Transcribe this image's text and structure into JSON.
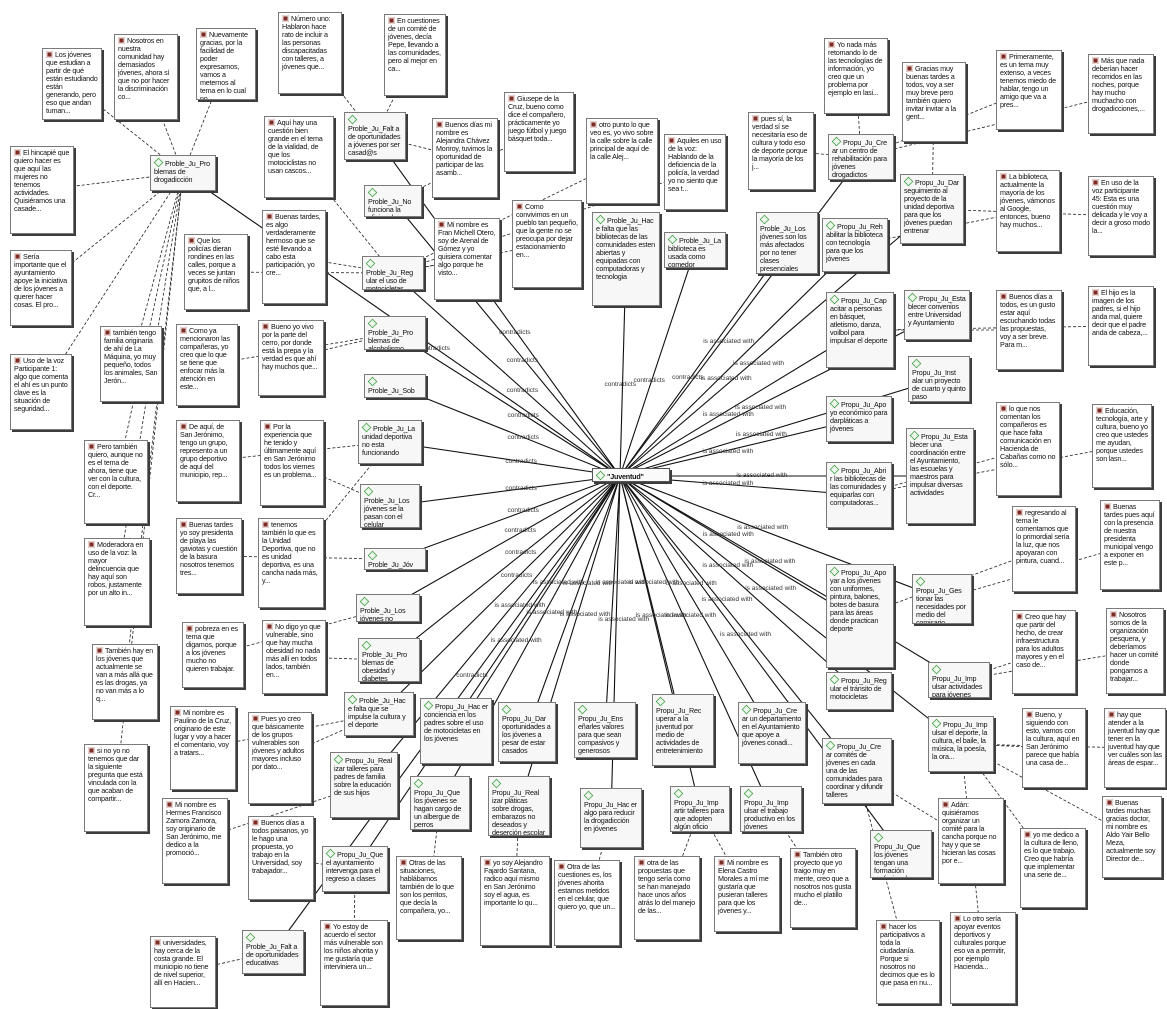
{
  "center": "\"Juventud\"",
  "edge_labels": [
    "contradicts",
    "is associated with"
  ],
  "codes": [
    {
      "id": "c1",
      "text": "Proble_Ju_Pro blemas de drogadicción"
    },
    {
      "id": "c2",
      "text": "Proble_Ju_Falt a de oportunidades a jóvenes por ser casad@s"
    },
    {
      "id": "c3",
      "text": "Proble_Ju_No funciona la oficina de pode..."
    },
    {
      "id": "c4",
      "text": "Proble_Ju_Reg ular el uso de motocicletas"
    },
    {
      "id": "c5",
      "text": "Proble_Ju_Pro blemas de alcoholismo"
    },
    {
      "id": "c6",
      "text": "Proble_Ju_Sob repeso"
    },
    {
      "id": "c7",
      "text": "Proble_Ju_La unidad deportiva no esta funcionando"
    },
    {
      "id": "c8",
      "text": "Proble_Ju_Los jóvenes se la pasan con el celular"
    },
    {
      "id": "c9",
      "text": "Proble_Ju_Jóv enes armados"
    },
    {
      "id": "c10",
      "text": "Proble_Ju_Los jóvenes no quieren trabajar"
    },
    {
      "id": "c11",
      "text": "Proble_Ju_Pro blemas de obesidad y diabetes"
    },
    {
      "id": "c12",
      "text": "Proble_Ju_Hac e falta que se impulse la cultura y el deporte"
    },
    {
      "id": "c13",
      "text": "Proble_Ju_Hac e falta que las bibliotecas de las comunidades esten abiertas y equipadas con computadoras y tecnologia"
    },
    {
      "id": "c14",
      "text": "Proble_Ju_La biblioteca es usada como comedor"
    },
    {
      "id": "c15",
      "text": "Proble_Ju_Los jóvenes son los más afectados por no tener clases presenciales"
    },
    {
      "id": "c16",
      "text": "Propu_Ju_Cre ar un centro de rehabilitación para jóvenes drogadictos"
    },
    {
      "id": "c17",
      "text": "Propu_Ju_Dar seguimiento al proyecto de la unidad deportiva para que los jóvenes puedan entrenar"
    },
    {
      "id": "c18",
      "text": "Propu_Ju_Reh abilitar la biblioteca con tecnología para que los jóvenes"
    },
    {
      "id": "c19",
      "text": "Propu_Ju_Cap acitar a personas en básquet, atletismo, danza, voilbol para impulsar el deporte"
    },
    {
      "id": "c20",
      "text": "Propu_Ju_Esta blecer convenios entre Universidad y Ayuntamiento"
    },
    {
      "id": "c21",
      "text": "Propu_Ju_Inst alar un proyecto de cuarto y quinto paso"
    },
    {
      "id": "c22",
      "text": "Propu_Ju_Apo yo económico para darpláticas a jóvenes"
    },
    {
      "id": "c23",
      "text": "Propu_Ju_Esta blecer una coordinación entre el Ayuntamiento, las escuelas y maestros para impulsar diversas actividades"
    },
    {
      "id": "c24",
      "text": "Propu_Ju_Abri r las bibliotecas de las comunidades y equiparlas con computadoras..."
    },
    {
      "id": "c25",
      "text": "Propu_Ju_Apo yar a los jóvenes con uniformes, pintura, balones, botes de basura para las áreas donde practican deporte"
    },
    {
      "id": "c26",
      "text": "Propu_Ju_Ges tionar las necesidades por medio del comisario"
    },
    {
      "id": "c27",
      "text": "Propu_Ju_Reg ular el tránsito de motocicletas"
    },
    {
      "id": "c28",
      "text": "Propu_Ju_Imp ulsar actividades para jóvenes"
    },
    {
      "id": "c29",
      "text": "Propu_Ju_Imp ulsar el deporte, la cultura, el baile, la música, la poesía, la ora..."
    },
    {
      "id": "c30",
      "text": "Propu_Ju_Hac er conciencia en los padres sobre el uso de motocicletas en los jóvenes"
    },
    {
      "id": "c31",
      "text": "Propu_Ju_Dar oportunidades a los jóvenes a pesar de estar casados"
    },
    {
      "id": "c32",
      "text": "Propu_Ju_Ens eñarles valores para que sean compasivos y generosos"
    },
    {
      "id": "c33",
      "text": "Propu_Ju_Rec uperar a la juventud por medio de actividades de entretenimiento"
    },
    {
      "id": "c34",
      "text": "Propu_Ju_Cre ar un departamento en el Ayuntamiento que apoye a jóvenes conadi..."
    },
    {
      "id": "c35",
      "text": "Propu_Ju_Cre ar comités de jóvenes en cada una de las comunidades para coordinar y difundir talleres"
    },
    {
      "id": "c36",
      "text": "Propu_Ju_Real izar talleres para padres de familia sobre la educación de sus hijos"
    },
    {
      "id": "c37",
      "text": "Propu_Ju_Que los jóvenes se hagan cargo de un albergue de perros"
    },
    {
      "id": "c38",
      "text": "Propu_Ju_Real izar pláticas sobre drogas, embarazos no deseados y deserción escolar"
    },
    {
      "id": "c39",
      "text": "Propu_Ju_Hac er algo para reducir la drogadicción en jóvenes"
    },
    {
      "id": "c40",
      "text": "Propu_Ju_Imp artir talleres para que adopten algún oficio"
    },
    {
      "id": "c41",
      "text": "Propu_Ju_Imp ulsar el trabajo productivo en los jóvenes"
    },
    {
      "id": "c42",
      "text": "Propu_Ju_Que los jóvenes tengan una formación profesional"
    },
    {
      "id": "c43",
      "text": "Propu_Ju_Que el ayuntamiento intervenga para el regreso a clases"
    },
    {
      "id": "c44",
      "text": "Proble_Ju_Falt a de oportunidades educativas"
    }
  ],
  "quotes": [
    {
      "id": "q1",
      "text": "Los jóvenes que estudian a partir de qué están estudiando están generando, pero eso que andan tuman..."
    },
    {
      "id": "q2",
      "text": "Nosotros en nuestra comunidad hay demasiados jóvenes, ahora sí que no por hacer la discriminación co..."
    },
    {
      "id": "q3",
      "text": "Nuevamente gracias, por la facilidad de poder expresarnos, vamos a meternos al tema en lo cual no..."
    },
    {
      "id": "q4",
      "text": "Número uno: Hablaron hace rato de incluir a las personas discapacitadas con talleres, a jóvenes que..."
    },
    {
      "id": "q5",
      "text": "En cuestiones de un comité de jóvenes, decía Pepe, llevando a las comunidades, pero al mejor en ca..."
    },
    {
      "id": "q6",
      "text": "Yo nada más retomando lo de las tecnologías de información, yo creo que un problema por ejemplo en lasi..."
    },
    {
      "id": "q7",
      "text": "Gracias muy buenas tardes a todos, voy a ser muy breve pero también quiero invitar invitar a la gent..."
    },
    {
      "id": "q8",
      "text": "Primeramente, es un tema muy extenso, a veces tenemos miedo de hablar, tengo un amigo que va a pres..."
    },
    {
      "id": "q9",
      "text": "Más que nada deberían hacer recorridos en las noches, porque hay mucho muchacho con drogadicciones,..."
    },
    {
      "id": "q10",
      "text": "El hincapié que quiero hacer es que aquí las mujeres no tenemos actividades. Quisiéramos una casade..."
    },
    {
      "id": "q11",
      "text": "Aquí hay una cuestión bien grande en el tema de la vialidad, de que los motociclistas no usan cascos..."
    },
    {
      "id": "q12",
      "text": "Buenos días mi nombre es Alejandra Chávez Monroy, tuvimos la oportunidad de participar de las asamb..."
    },
    {
      "id": "q13",
      "text": "Giusepe de la Cruz, bueno como dice el compañero, prácticamente yo juego fútbol y juego básquet toda..."
    },
    {
      "id": "q14",
      "text": "otro punto lo que veo es, yo vivo sobre la calle sobre la calle principal de aquí de la calle Alej..."
    },
    {
      "id": "q15",
      "text": "Aquiles en uso de la voz: Hablando de la deficiencia de la policía, la verdad yo no siento que sea t..."
    },
    {
      "id": "q16",
      "text": "pues sí, la verdad sí se necesitaría eso de cultura y todo eso de deporte porque la mayoría de los j..."
    },
    {
      "id": "q17",
      "text": "La biblioteca, actualmente la mayoría de los jóvenes, vámonos al Google, entonces, bueno hay muchos..."
    },
    {
      "id": "q18",
      "text": "En uso de la voz participante 45: Esta es una cuestión muy delicada y le voy a decir a groso modo la..."
    },
    {
      "id": "q19",
      "text": "Sería importante que el ayuntamiento apoye la iniciativa de los jóvenes a querer hacer cosas. El pro..."
    },
    {
      "id": "q20",
      "text": "Que los policías dieran rondines en las calles, porque a veces se juntan grupitos de niños que, a l..."
    },
    {
      "id": "q21",
      "text": "Buenas tardes, es algo verdaderamente hermoso que se esté llevando a cabo esta participación, yo cre..."
    },
    {
      "id": "q22",
      "text": "Mi nombre es Fran Michell Otero, soy de Arenal de Gómez y yo quisiera comentar algo porque he visto..."
    },
    {
      "id": "q23",
      "text": "Como convivimos en un pueblo tan pequeño, que la gente no se preocupa por dejar estacionamiento en..."
    },
    {
      "id": "q24",
      "text": "Buenos días a todos, es un gusto estar aquí escuchando todas las propuestas, voy a ser breve. Para m..."
    },
    {
      "id": "q25",
      "text": "El hijo es la imagen de los padres, si el hijo anda mal, quiere decir que el padre anda de cabeza,..."
    },
    {
      "id": "q26",
      "text": "también tengo familia originaria de ahí de La Máquina, yo muy pequeño, todos los animales, San Jerón..."
    },
    {
      "id": "q27",
      "text": "Bueno yo vivo por la parte del cerro, por donde está la prepa y la verdad es que ahí hay muchos que..."
    },
    {
      "id": "q28",
      "text": "Como ya mencionaron las compañeras, yo creo que lo que se tiene que enfocar más la atención en este..."
    },
    {
      "id": "q29",
      "text": "Uso de la voz Participante 1: algo que comenta el ahí es un punto clave es la situación de seguridad..."
    },
    {
      "id": "q30",
      "text": "lo que nos comentan los compañeros es que hace falta comunicación en Hacienda de Cabañas como no sólo..."
    },
    {
      "id": "q31",
      "text": "Educación, tecnología, arte y cultura, bueno yo creo que ustedes me ayudan, porque ustedes son lasn..."
    },
    {
      "id": "q32",
      "text": "De aquí, de San Jerónimo, tengo un grupo, represento a un grupo deportivo de aquí del municipio, rep..."
    },
    {
      "id": "q33",
      "text": "Por la experiencia que he tenido y últimamente aquí en San Jerónimo todos los viernes es un problema..."
    },
    {
      "id": "q34",
      "text": "Pero también quiero, aunque no es el tema de ahora, tiene que ver con la cultura, con el deporte. Cr..."
    },
    {
      "id": "q35",
      "text": "Buenas tardes yo soy presidenta de playa las gaviotas y cuestión de la basura nosotros tenemos tres..."
    },
    {
      "id": "q36",
      "text": "tenemos también lo que es la Unidad Deportiva, que no es unidad deportiva, es una cancha nada más, y..."
    },
    {
      "id": "q37",
      "text": "Moderadora en uso de la voz: la mayor delincuencia que hay aquí son robos, justamente por un alto in..."
    },
    {
      "id": "q38",
      "text": "regresando al tema le comentamos que lo primordial sería la luz, que nos apoyaran con pintura, cuand..."
    },
    {
      "id": "q39",
      "text": "Buenas tardes pues aquí con la presencia de nuestra presidenta municipal vengo a exponer en este p..."
    },
    {
      "id": "q40",
      "text": "pobreza en es tema que digamos, porque a los jóvenes mucho no quieren trabajar."
    },
    {
      "id": "q41",
      "text": "No digo yo que vulnerable, sino que hay mucha obesidad no nada más allí en todos lados, también en..."
    },
    {
      "id": "q42",
      "text": "También hay en los jóvenes que actualmente se van a más allá que es las drogas, ya no van más a lo q..."
    },
    {
      "id": "q43",
      "text": "Creo que hay que partir del hecho, de crear infraestructura para los adultos mayores y en el caso de..."
    },
    {
      "id": "q44",
      "text": "Nosotros somos de la organización pesquera, y deberíamos hacer un comité donde pongamos a trabajar..."
    },
    {
      "id": "q45",
      "text": "Mi nombre es Paulino de la Cruz, originario de este lugar y voy a hacer el comentario, voy a tratars..."
    },
    {
      "id": "q46",
      "text": "Pues yo creo que básicamente de los grupos vulnerables son jóvenes y adultos mayores incluso por dato..."
    },
    {
      "id": "q47",
      "text": "si no yo no tenemos que dar la siguiente pregunta que está vinculada con la que acaban de compartir..."
    },
    {
      "id": "q48",
      "text": "Bueno, y siguiendo con esto, vamos con la cultura, aquí en San Jerónimo parece que había una casa de..."
    },
    {
      "id": "q49",
      "text": "hay que atender a la juventud hay que tener en la juventud hay que ver cuáles son las áreas de espar..."
    },
    {
      "id": "q50",
      "text": "Mi nombre es Hermes Francisco Zamora Zamora, soy originario de San Jerónimo, me dedico a la promoció..."
    },
    {
      "id": "q51",
      "text": "Buenos días a todos paisanos, yo le hago una propuesta, yo trabajo en la Universidad, soy trabajador..."
    },
    {
      "id": "q52",
      "text": "Otras de las situaciones, hablábamos también de lo que son los perritos, que decía la compañera, yo..."
    },
    {
      "id": "q53",
      "text": "yo soy Alejandro Fajardo Santana, radico aquí mismo en San Jerónimo soy el agua, es importante lo qu..."
    },
    {
      "id": "q54",
      "text": "Otra de las cuestiones es, los jóvenes ahorita estamos metidos en el celular, que quiero yo, que un..."
    },
    {
      "id": "q55",
      "text": "otra de las propuestas que tengo sería como se han manejado hace unos años atrás lo del manejo de las..."
    },
    {
      "id": "q56",
      "text": "Mi nombre es Elena Castro Morales a mí me gustaría que pusieran talleres para que los jóvenes y..."
    },
    {
      "id": "q57",
      "text": "También otro proyecto que yo traigo muy en mente, creo que a nosotros nos gusta mucho el platillo de..."
    },
    {
      "id": "q58",
      "text": "Adán: quisiéramos organizar un comité para la cancha porque no hay y que se hicieran las cosas por e..."
    },
    {
      "id": "q59",
      "text": "yo me dedico a la cultura de lleno, es lo que trabajo. Creo que habría que implementar una serie de..."
    },
    {
      "id": "q60",
      "text": "Buenas tardes muchas gracias doctor, mi nombre es Aldo Yair Bello Meza, actualmente soy Director de..."
    },
    {
      "id": "q61",
      "text": "universidades, hay cerca de la costa grande. El municipio no tiene de nivel superior, allí en Hacien..."
    },
    {
      "id": "q62",
      "text": "Yo estoy de acuerdo el sector más vulnerable son los niños ahorita y me gustaría que interviniera un..."
    },
    {
      "id": "q63",
      "text": "hacer los participativos a toda la ciudadanía. Porque si nosotros no decimos que es lo que pasa en nu..."
    },
    {
      "id": "q64",
      "text": "Lo otro sería apoyar eventos deportivos y culturales porque eso va a permitir, por ejemplo Hacienda..."
    }
  ]
}
